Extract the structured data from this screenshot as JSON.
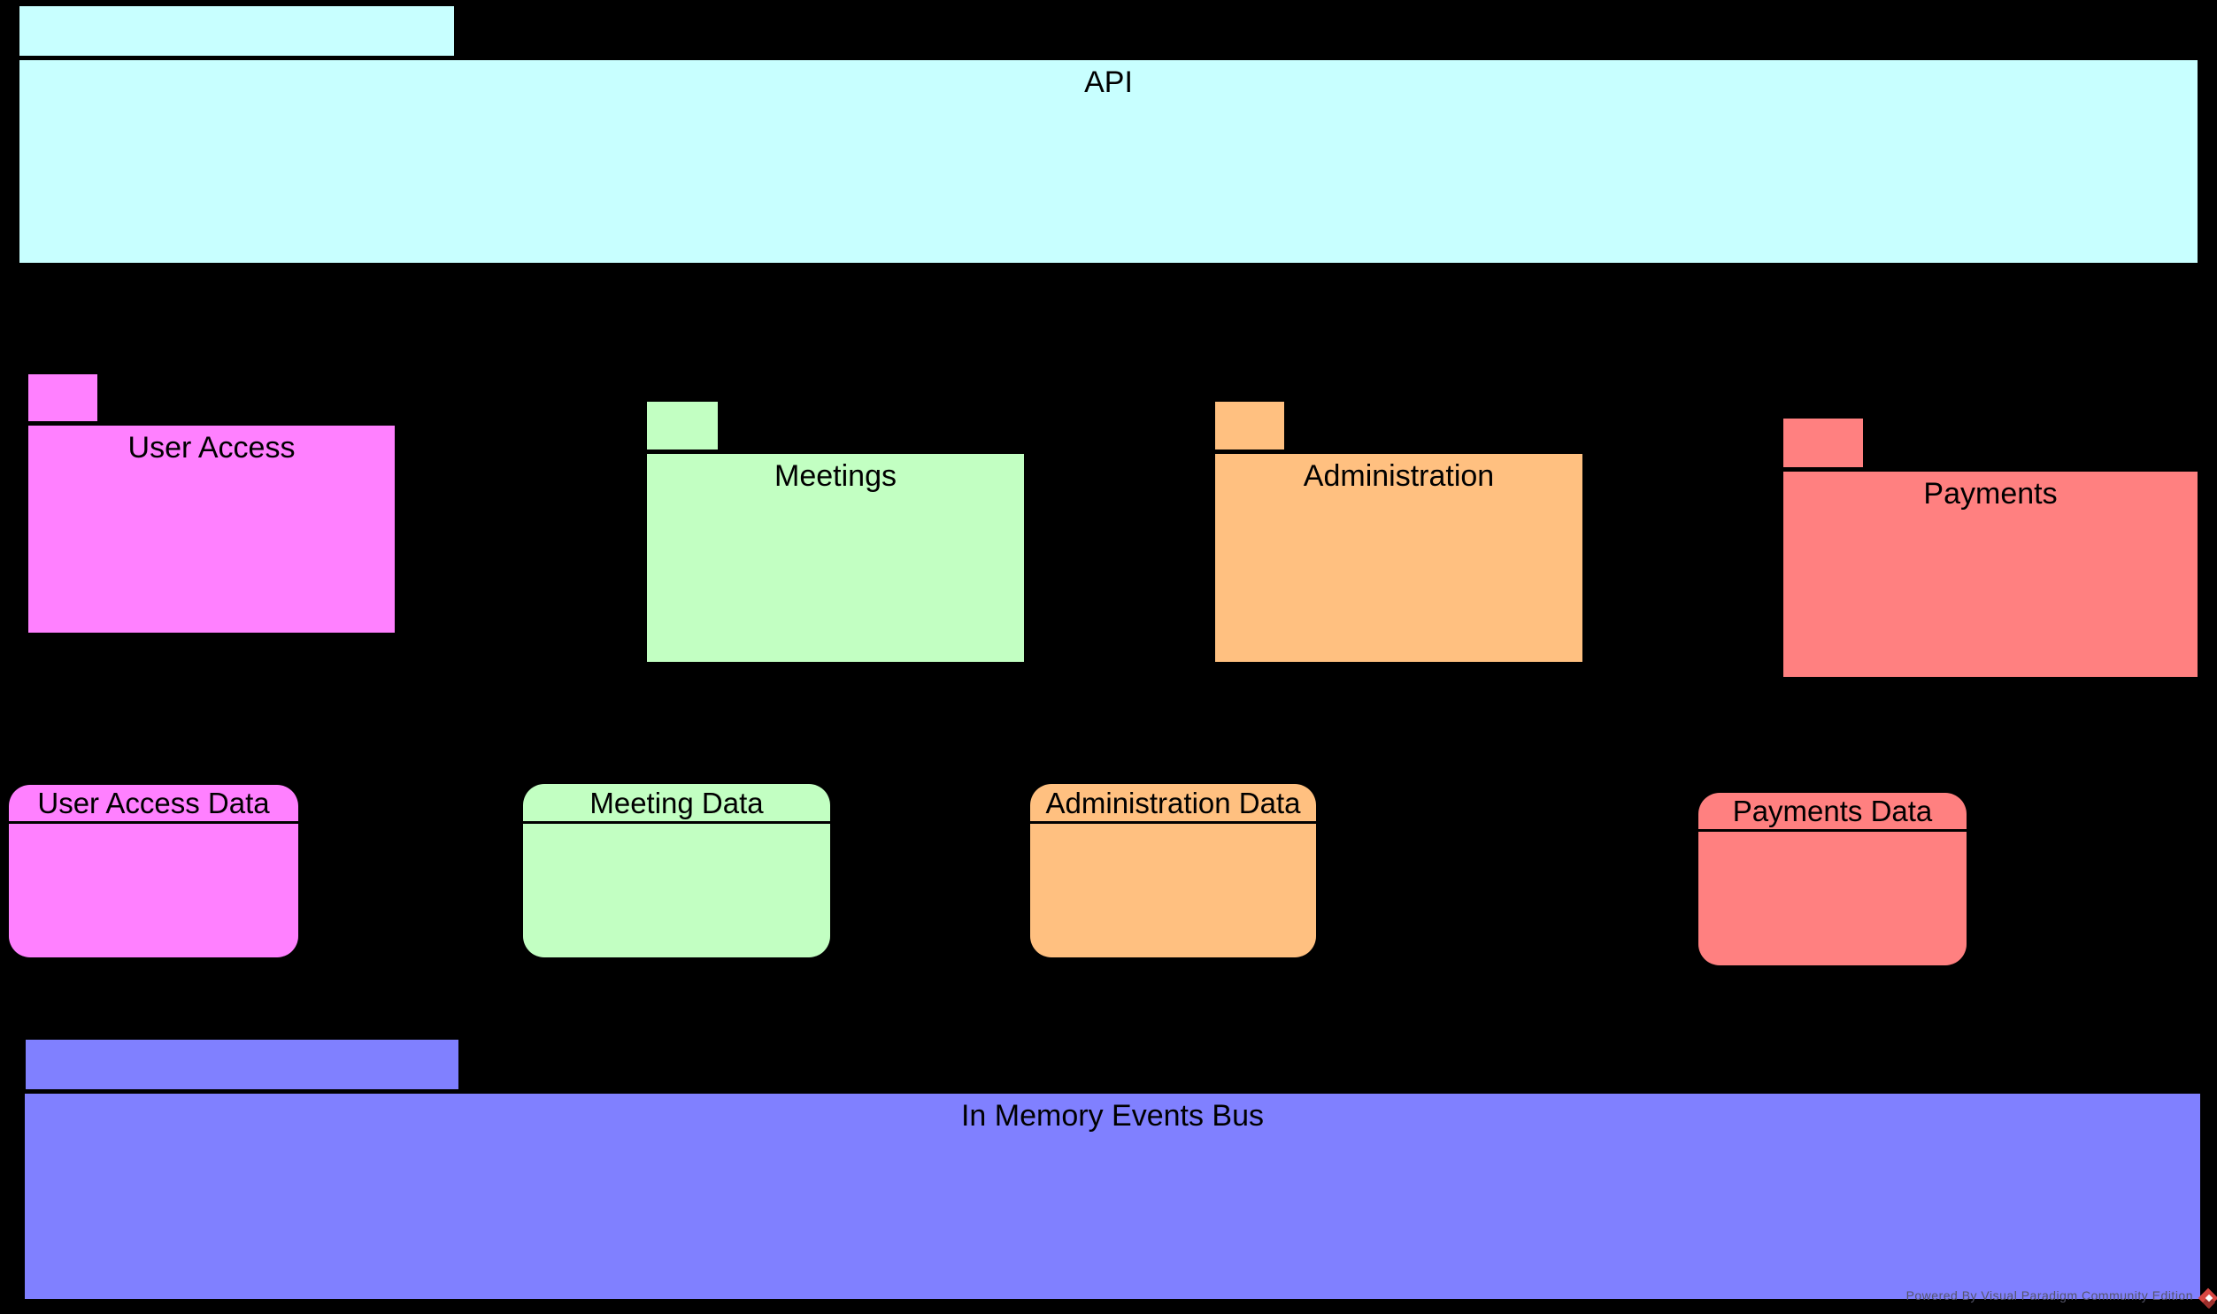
{
  "diagram": {
    "background_color": "#000000",
    "packages": [
      {
        "id": "api",
        "label": "API",
        "color": "#C8FFFF"
      },
      {
        "id": "user-access",
        "label": "User Access",
        "color": "#FF80FF"
      },
      {
        "id": "meetings",
        "label": "Meetings",
        "color": "#C2FFC2"
      },
      {
        "id": "administration",
        "label": "Administration",
        "color": "#FFC080"
      },
      {
        "id": "payments",
        "label": "Payments",
        "color": "#FF8080"
      },
      {
        "id": "events-bus",
        "label": "In Memory Events Bus",
        "color": "#8080FF"
      }
    ],
    "data_stores": [
      {
        "id": "user-access-data",
        "label": "User Access Data",
        "color": "#FF80FF"
      },
      {
        "id": "meeting-data",
        "label": "Meeting Data",
        "color": "#C2FFC2"
      },
      {
        "id": "administration-data",
        "label": "Administration Data",
        "color": "#FFC080"
      },
      {
        "id": "payments-data",
        "label": "Payments Data",
        "color": "#FF8080"
      }
    ],
    "watermark": {
      "text": "Powered By Visual Paradigm Community Edition",
      "logo": "visual-paradigm-diamond-icon",
      "logo_color": "#d84742"
    }
  }
}
